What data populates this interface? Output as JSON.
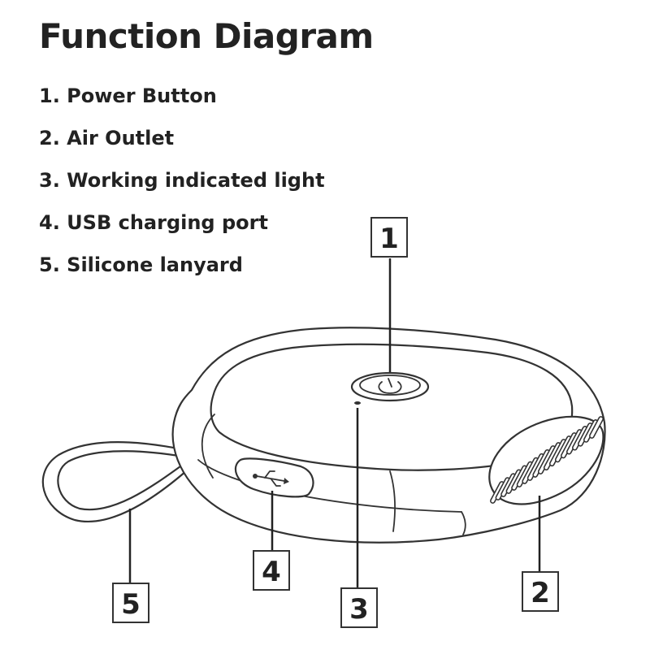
{
  "title": "Function Diagram",
  "legend": [
    "1. Power Button",
    "2. Air Outlet",
    "3. Working indicated light",
    "4. USB charging port",
    "5. Silicone lanyard"
  ],
  "callouts": [
    {
      "number": "1",
      "target": "Power Button"
    },
    {
      "number": "2",
      "target": "Air Outlet"
    },
    {
      "number": "3",
      "target": "Working indicated light"
    },
    {
      "number": "4",
      "target": "USB charging port"
    },
    {
      "number": "5",
      "target": "Silicone lanyard"
    }
  ],
  "colors": {
    "line": "#333333",
    "text": "#222222",
    "background": "#ffffff"
  },
  "icons": [
    "power-icon",
    "usb-icon"
  ]
}
